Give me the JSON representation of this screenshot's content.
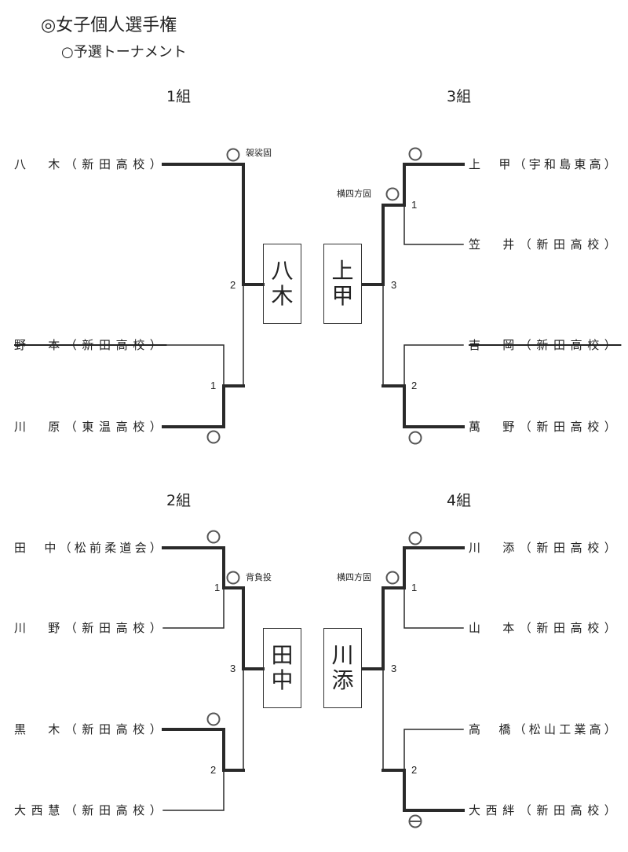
{
  "title": "◎女子個人選手権",
  "subtitle": "○予選トーナメント",
  "groups": {
    "g1": {
      "label": "1組",
      "players": [
        "八　木（新田高校）",
        "野　本（新田高校）",
        "川　原（東温高校）"
      ],
      "winner": [
        "八",
        "木"
      ],
      "matches": [
        "1",
        "2"
      ],
      "technique": "袈裟固"
    },
    "g2": {
      "label": "2組",
      "players": [
        "田　中（松前柔道会）",
        "川　野（新田高校）",
        "黒　木（新田高校）",
        "大西慧（新田高校）"
      ],
      "winner": [
        "田",
        "中"
      ],
      "matches": [
        "1",
        "2",
        "3"
      ],
      "technique": "背負投"
    },
    "g3": {
      "label": "3組",
      "players": [
        "上　甲（宇和島東高）",
        "笠　井（新田高校）",
        "吉　岡（新田高校）",
        "萬　野（新田高校）"
      ],
      "winner": [
        "上",
        "甲"
      ],
      "matches": [
        "1",
        "2",
        "3"
      ],
      "technique": "横四方固"
    },
    "g4": {
      "label": "4組",
      "players": [
        "川　添（新田高校）",
        "山　本（新田高校）",
        "高　橋（松山工業高）",
        "大西絆（新田高校）"
      ],
      "winner": [
        "川",
        "添"
      ],
      "matches": [
        "1",
        "2",
        "3"
      ],
      "technique": "横四方固"
    }
  },
  "marks": {
    "win": "○",
    "draw_win": "⊖"
  }
}
